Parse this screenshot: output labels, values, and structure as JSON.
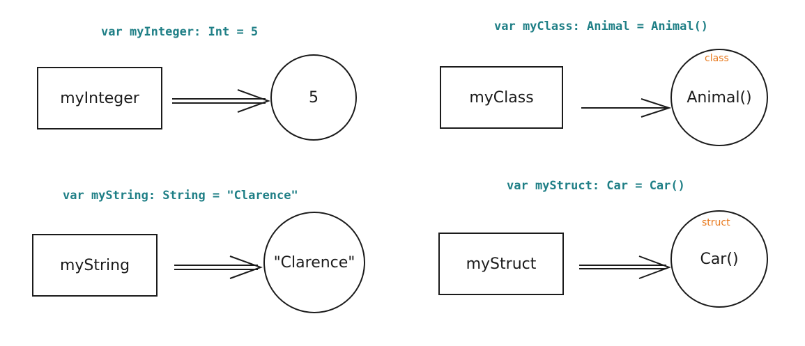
{
  "panels": [
    {
      "code": "var myInteger: Int = 5",
      "variable": "myInteger",
      "value": "5",
      "kind": ""
    },
    {
      "code": "var myClass: Animal = Animal()",
      "variable": "myClass",
      "value": "Animal()",
      "kind": "class"
    },
    {
      "code": "var myString: String = \"Clarence\"",
      "variable": "myString",
      "value": "\"Clarence\"",
      "kind": ""
    },
    {
      "code": "var myStruct: Car = Car()",
      "variable": "myStruct",
      "value": "Car()",
      "kind": "struct"
    }
  ],
  "colors": {
    "code_text": "#1f7f86",
    "kind_tag": "#e8791d",
    "stroke": "#1b1b1b"
  }
}
